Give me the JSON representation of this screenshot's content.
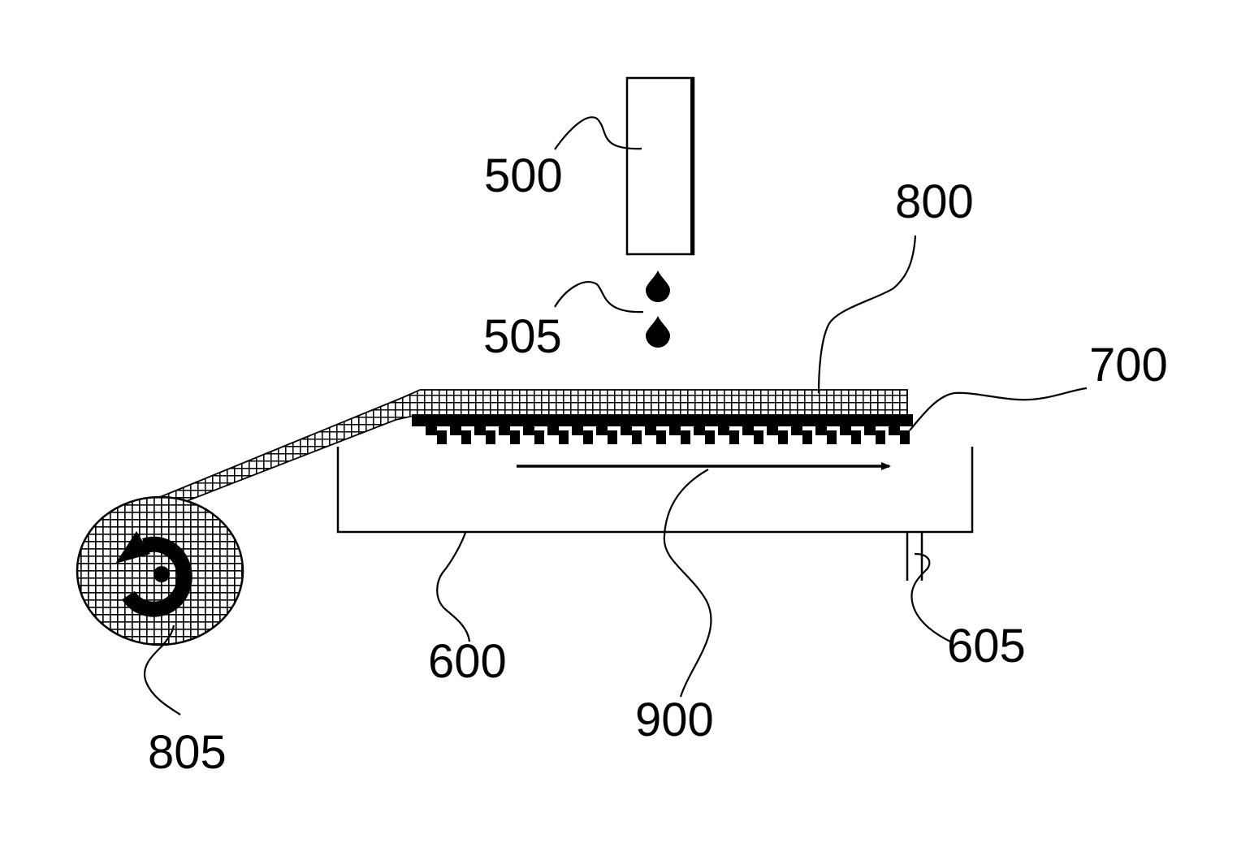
{
  "figure": {
    "labels": {
      "print_head": "500",
      "droplets": "505",
      "web_layer": "800",
      "heated_plate": "700",
      "tray": "600",
      "drain": "605",
      "flow_arrow": "900",
      "supply_roll": "805"
    },
    "colors": {
      "ink": "#000000",
      "background": "#ffffff"
    }
  }
}
